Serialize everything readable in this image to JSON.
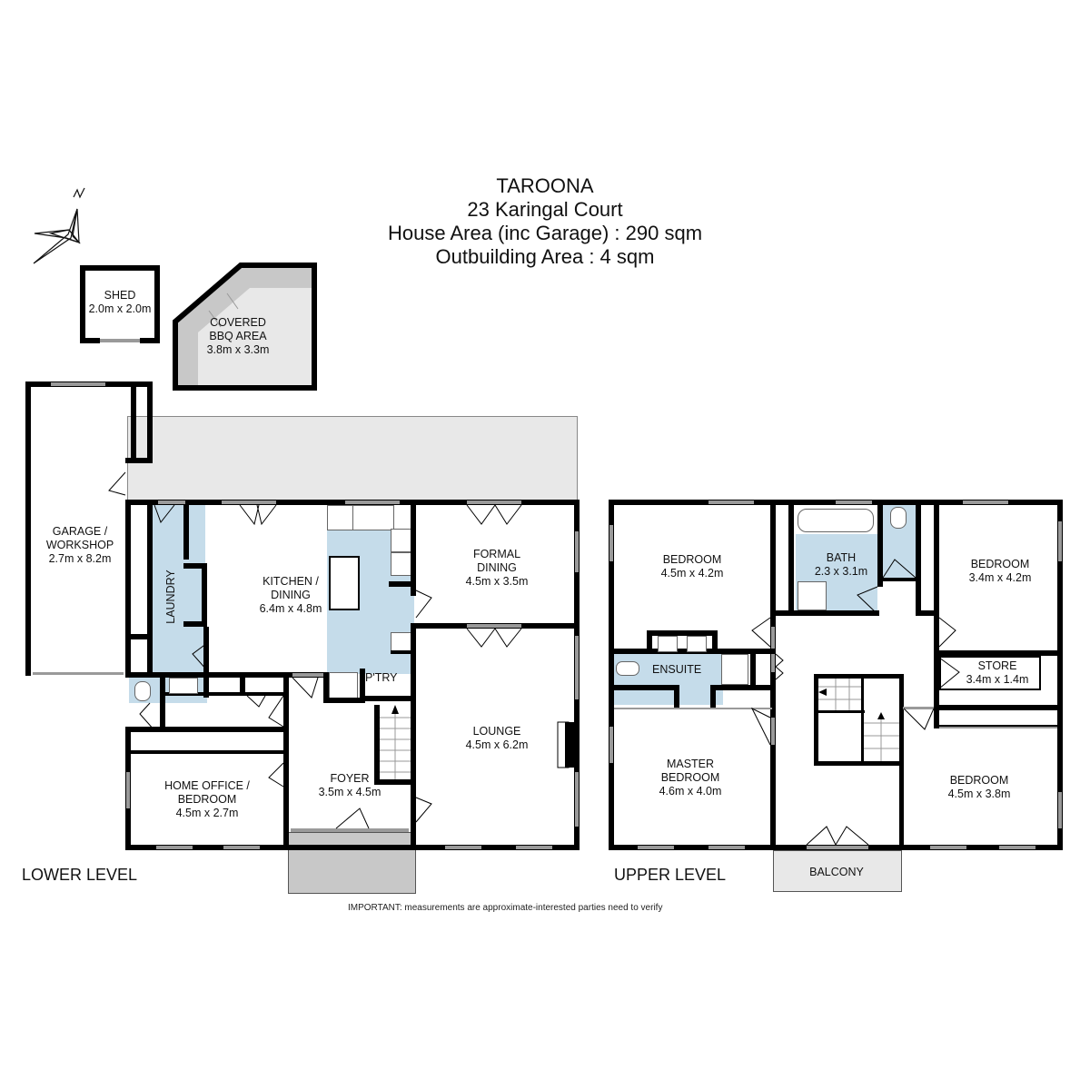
{
  "header": {
    "suburb": "TAROONA",
    "address": "23 Karingal Court",
    "house_area": "House Area (inc Garage) : 290 sqm",
    "outbuilding_area": "Outbuilding Area : 4 sqm"
  },
  "compass": {
    "label": "N",
    "icon": "north-arrow-icon"
  },
  "outbuildings": {
    "shed": {
      "name": "SHED",
      "size": "2.0m x 2.0m"
    },
    "bbq": {
      "name_line1": "COVERED",
      "name_line2": "BBQ AREA",
      "size": "3.8m x 3.3m"
    }
  },
  "lower_level": {
    "label": "LOWER LEVEL",
    "rooms": {
      "garage": {
        "line1": "GARAGE /",
        "line2": "WORKSHOP",
        "size": "2.7m x 8.2m"
      },
      "laundry": {
        "name": "LAUNDRY"
      },
      "kitchen": {
        "line1": "KITCHEN /",
        "line2": "DINING",
        "size": "6.4m x 4.8m"
      },
      "formal_dining": {
        "line1": "FORMAL",
        "line2": "DINING",
        "size": "4.5m x 3.5m"
      },
      "pantry": {
        "name": "P'TRY"
      },
      "lounge": {
        "name": "LOUNGE",
        "size": "4.5m x 6.2m"
      },
      "foyer": {
        "name": "FOYER",
        "size": "3.5m x 4.5m"
      },
      "home_office": {
        "line1": "HOME OFFICE /",
        "line2": "BEDROOM",
        "size": "4.5m x 2.7m"
      }
    }
  },
  "upper_level": {
    "label": "UPPER LEVEL",
    "rooms": {
      "bedroom_nw": {
        "name": "BEDROOM",
        "size": "4.5m x 4.2m"
      },
      "bath": {
        "name": "BATH",
        "size": "2.3 x 3.1m"
      },
      "bedroom_ne": {
        "name": "BEDROOM",
        "size": "3.4m x 4.2m"
      },
      "ensuite": {
        "name": "ENSUITE"
      },
      "store": {
        "name": "STORE",
        "size": "3.4m x 1.4m"
      },
      "master": {
        "line1": "MASTER",
        "line2": "BEDROOM",
        "size": "4.6m x 4.0m"
      },
      "bedroom_se": {
        "name": "BEDROOM",
        "size": "4.5m x 3.8m"
      },
      "balcony": {
        "name": "BALCONY"
      }
    }
  },
  "footer": {
    "disclaimer": "IMPORTANT: measurements are approximate-interested parties need to verify"
  },
  "colors": {
    "wall": "#000000",
    "wet_area": "#c5dcea",
    "outdoor": "#e8e8e8",
    "deck": "#c8c8c8",
    "window": "#9a9a9a"
  }
}
